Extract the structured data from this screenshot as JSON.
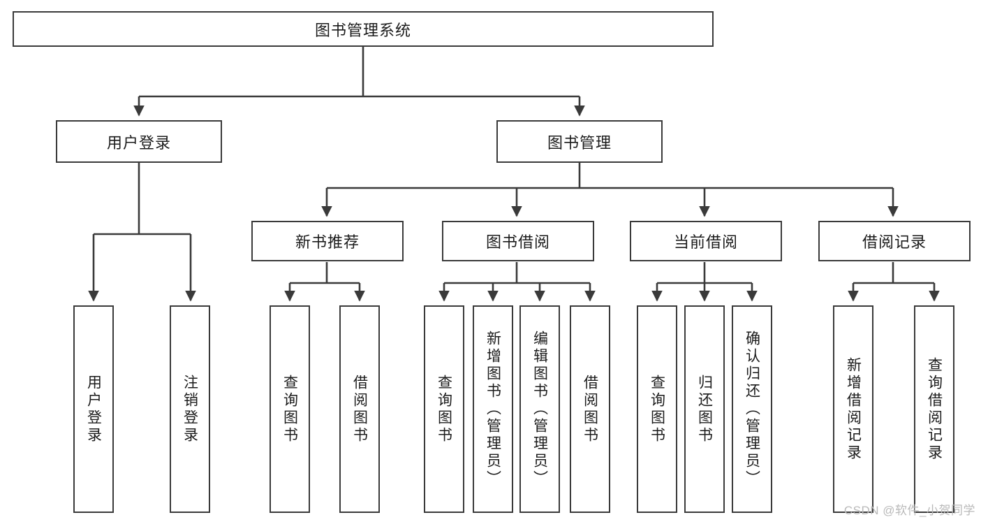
{
  "diagram": {
    "title": "图书管理系统",
    "type": "tree-hierarchy-diagram",
    "watermark": "CSDN @软件_小贺同学",
    "colors": {
      "stroke": "#3a3a3a",
      "fill": "#ffffff",
      "text": "#1b1b1b",
      "watermark": "#b9b9b9"
    },
    "nodes": {
      "root": {
        "label": "图书管理系统"
      },
      "level2": [
        {
          "id": "user-login",
          "label": "用户登录"
        },
        {
          "id": "book-management",
          "label": "图书管理"
        }
      ],
      "level3": [
        {
          "id": "new-book-recommend",
          "label": "新书推荐"
        },
        {
          "id": "book-borrow",
          "label": "图书借阅"
        },
        {
          "id": "current-borrow",
          "label": "当前借阅"
        },
        {
          "id": "borrow-record",
          "label": "借阅记录"
        }
      ],
      "leaves": {
        "user_login": [
          {
            "id": "leaf-user-login",
            "label": "用户登录"
          },
          {
            "id": "leaf-logout",
            "label": "注销登录"
          }
        ],
        "new_book_recommend": [
          {
            "id": "leaf-query-book-1",
            "label": "查询图书"
          },
          {
            "id": "leaf-borrow-book-1",
            "label": "借阅图书"
          }
        ],
        "book_borrow": [
          {
            "id": "leaf-query-book-2",
            "label": "查询图书"
          },
          {
            "id": "leaf-add-book",
            "label": "新增图书（管理员）"
          },
          {
            "id": "leaf-edit-book",
            "label": "编辑图书（管理员）"
          },
          {
            "id": "leaf-borrow-book-2",
            "label": "借阅图书"
          }
        ],
        "current_borrow": [
          {
            "id": "leaf-query-book-3",
            "label": "查询图书"
          },
          {
            "id": "leaf-return-book",
            "label": "归还图书"
          },
          {
            "id": "leaf-confirm-return",
            "label": "确认归还（管理员）"
          }
        ],
        "borrow_record": [
          {
            "id": "leaf-add-record",
            "label": "新增借阅记录"
          },
          {
            "id": "leaf-query-record",
            "label": "查询借阅记录"
          }
        ]
      }
    }
  }
}
